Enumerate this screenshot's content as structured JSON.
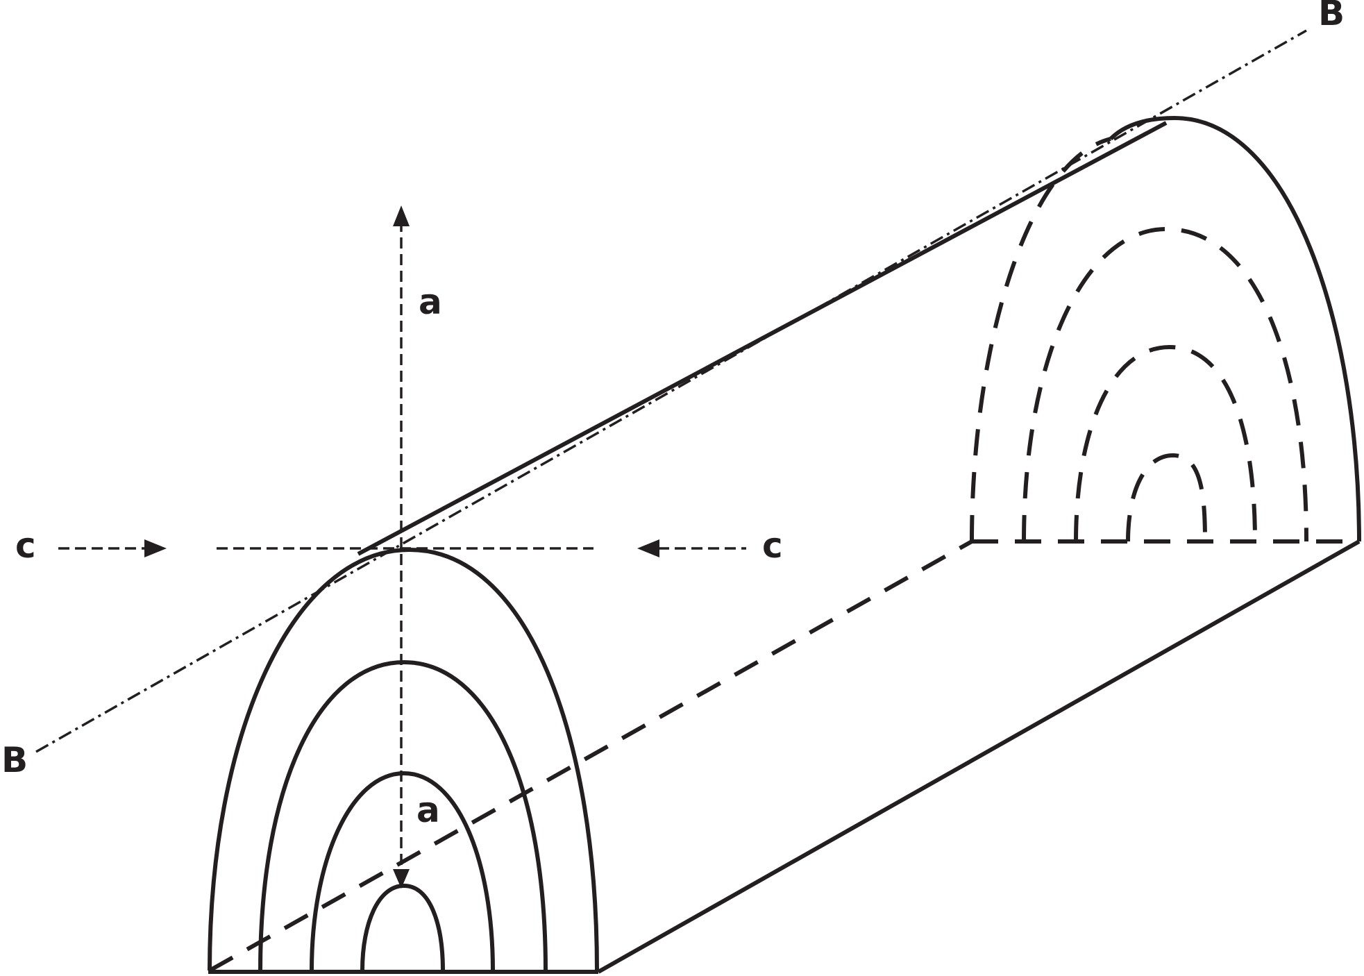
{
  "diagram": {
    "labels": {
      "axis_a_top": "a",
      "axis_a_bottom": "a",
      "axis_b_top_right": "B",
      "axis_b_bottom_left": "B",
      "axis_c_left": "c",
      "axis_c_right": "c"
    },
    "stroke_color": "#231f20",
    "background_color": "#ffffff"
  }
}
